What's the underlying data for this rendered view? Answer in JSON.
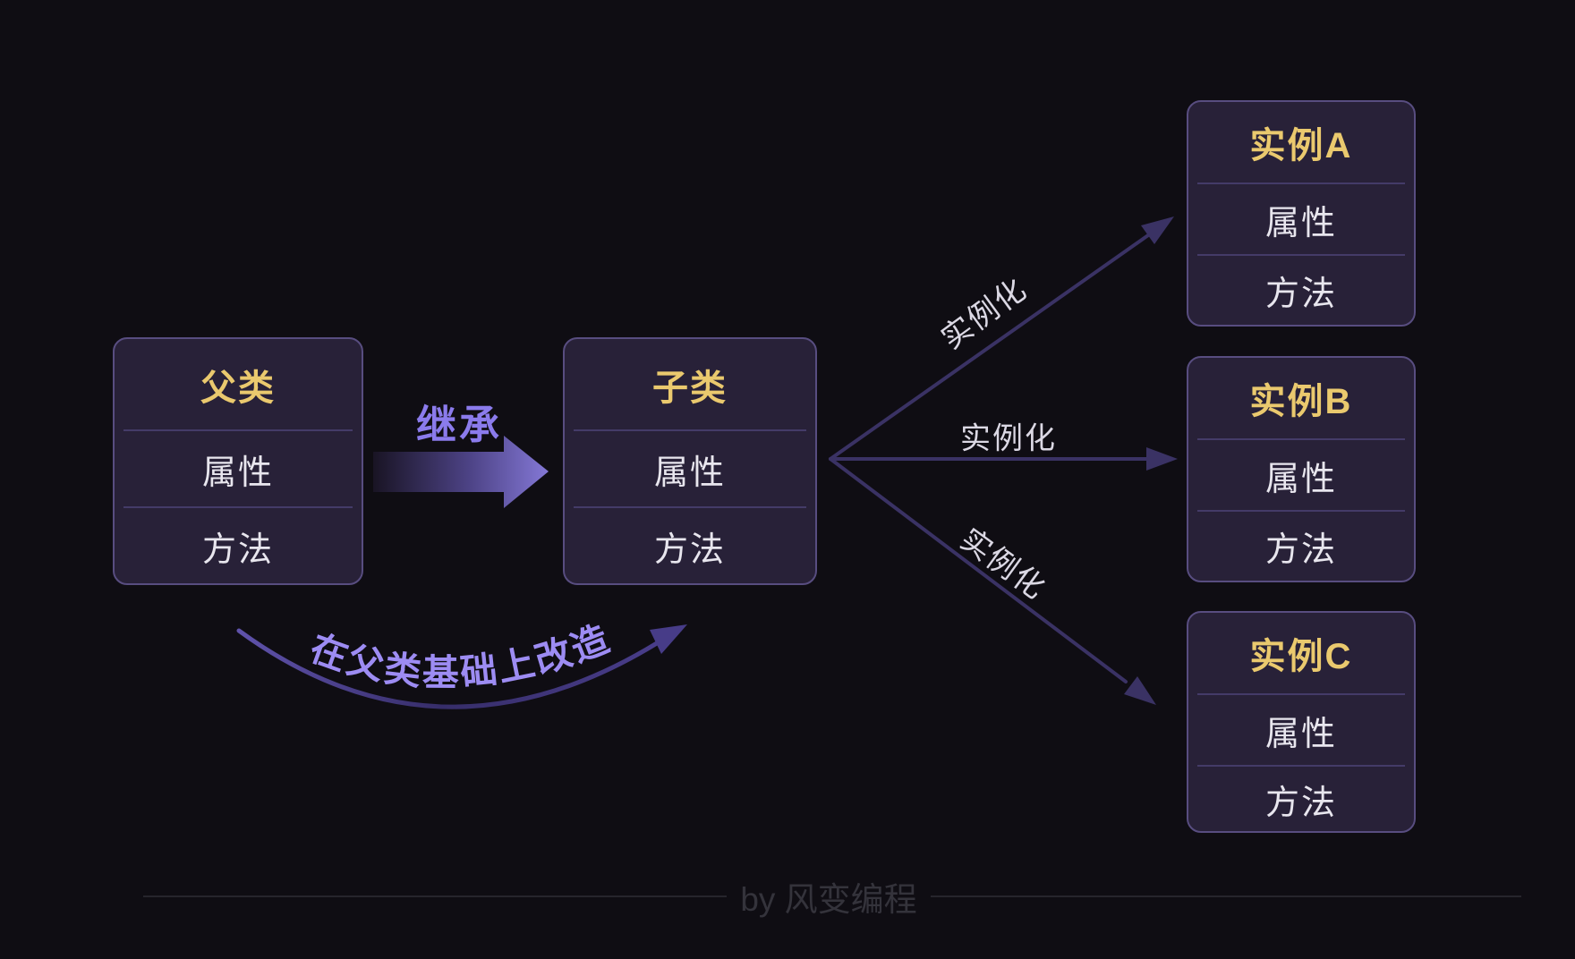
{
  "diagram": {
    "parent_class": {
      "title": "父类",
      "rows": [
        "属性",
        "方法"
      ]
    },
    "child_class": {
      "title": "子类",
      "rows": [
        "属性",
        "方法"
      ]
    },
    "instances": [
      {
        "title": "实例A",
        "rows": [
          "属性",
          "方法"
        ]
      },
      {
        "title": "实例B",
        "rows": [
          "属性",
          "方法"
        ]
      },
      {
        "title": "实例C",
        "rows": [
          "属性",
          "方法"
        ]
      }
    ],
    "inherit_label": "继承",
    "instantiate_labels": [
      "实例化",
      "实例化",
      "实例化"
    ],
    "curve_label": "在父类基础上改造"
  },
  "footer": {
    "credit": "by 风变编程"
  },
  "colors": {
    "background": "#0f0d13",
    "box_fill": "#282138",
    "box_border": "#584d80",
    "box_divider": "#443b68",
    "title_gold": "#eac96e",
    "row_text": "#e8e6ee",
    "fan_line": "#3a3264",
    "inherit_label": "#8b7bec",
    "curve_label_text": "#9d8cf3",
    "edge_label_text": "#dbd8e4",
    "footer_text": "#34333b"
  }
}
